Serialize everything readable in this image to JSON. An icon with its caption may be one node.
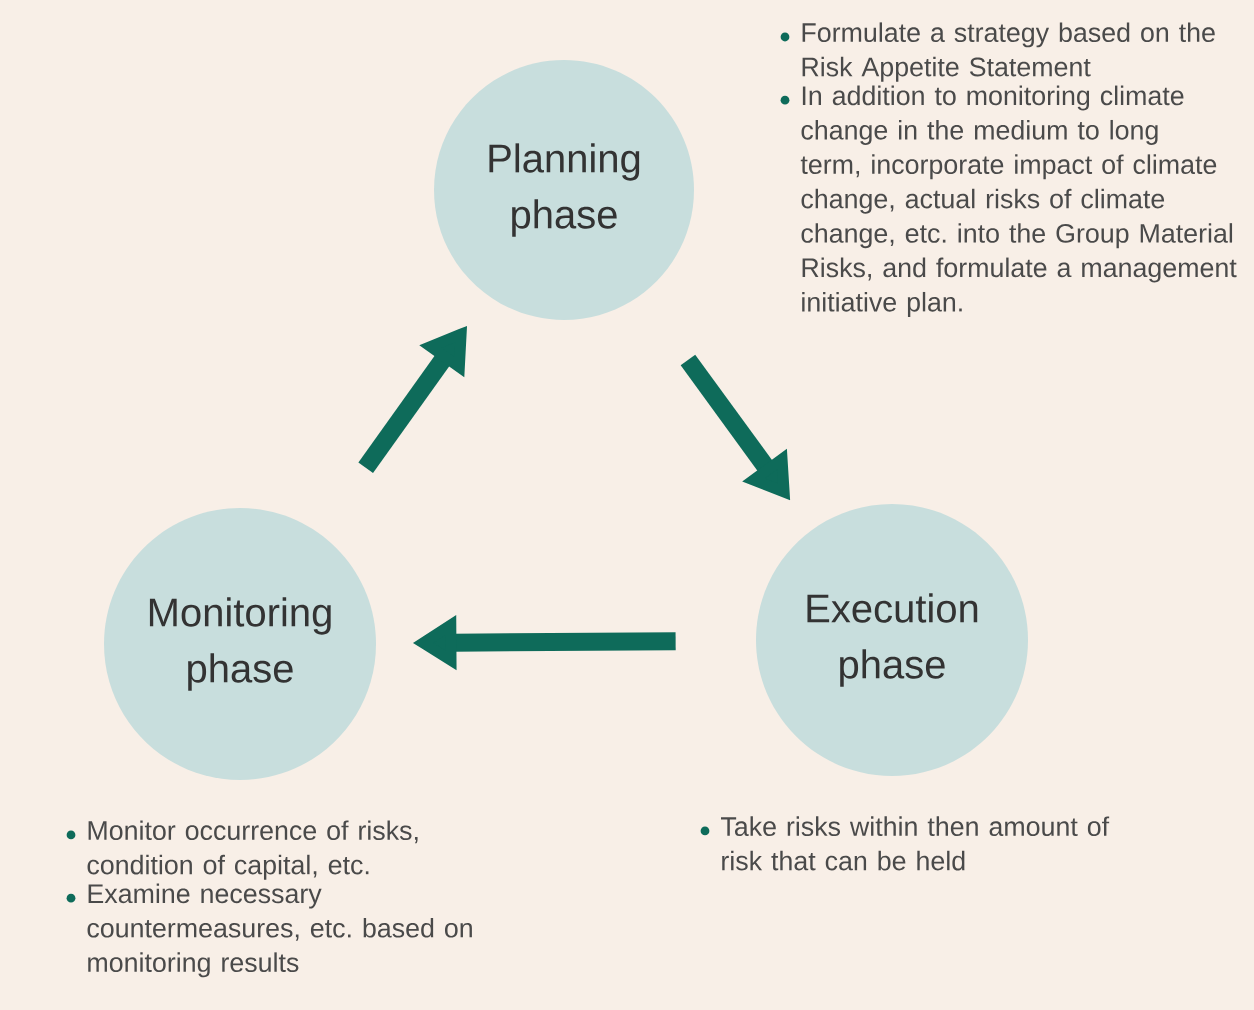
{
  "diagram": {
    "nodes": [
      {
        "text": [
          "Planning phase"
        ],
        "beside": [
          "Formulate a strategy based on the Risk Appetite Statement",
          "In addition to monitoring climate change in the medium to long term, incorporate impact of climate change, actual risks of climate change, etc. into the Group Material Risks, and formulate a management initiative plan."
        ]
      },
      {
        "text": [
          "Monitoring phase"
        ],
        "beside": [
          "Monitor occurrence of risks, condition of capital, etc.",
          "Examine necessary countermeasures, etc. based on monitoring results"
        ]
      },
      {
        "text": [
          "Execution phase"
        ],
        "beside": [
          "Take risks within then amount of risk that can be held"
        ]
      }
    ],
    "edges": [
      {
        "from": 0,
        "to": 2,
        "arrow": "to"
      },
      {
        "from": 2,
        "to": 1,
        "arrow": "to"
      },
      {
        "from": 1,
        "to": 0,
        "arrow": "to"
      }
    ]
  }
}
